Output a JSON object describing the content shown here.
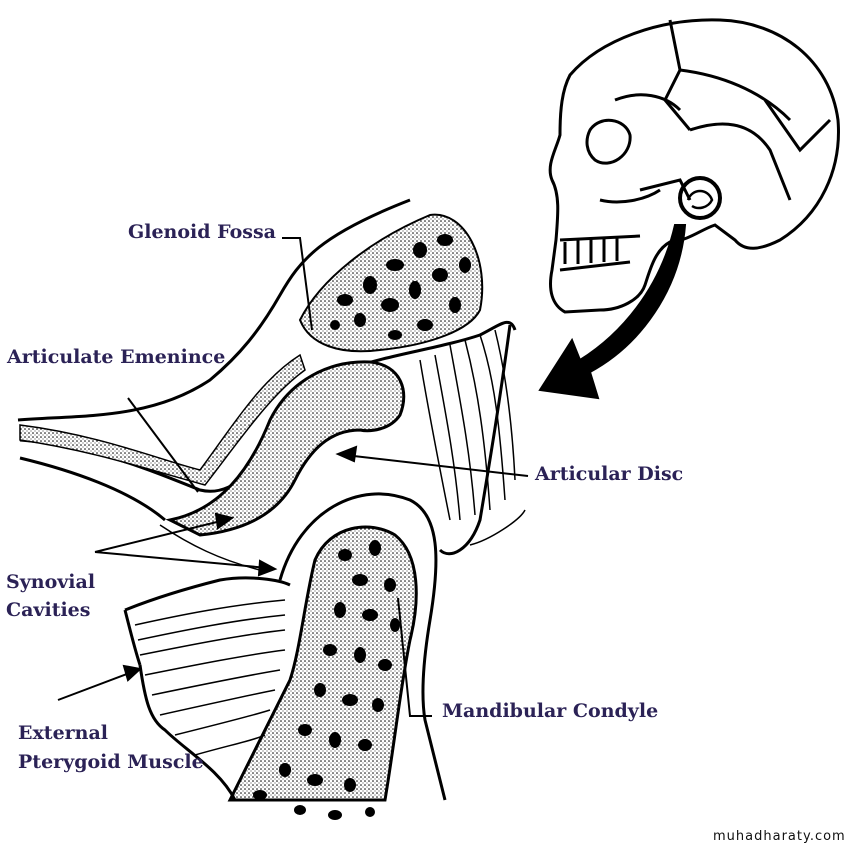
{
  "labels": {
    "glenoid_fossa": "Glenoid Fossa",
    "articulate_eminence": "Articulate Emenince",
    "articular_disc": "Articular Disc",
    "synovial_line1": "Synovial",
    "synovial_line2": "Cavities",
    "external_line1": "External",
    "external_line2": "Pterygoid Muscle",
    "mandibular_condyle": "Mandibular Condyle"
  },
  "watermark": "muhadharaty.com",
  "colors": {
    "label_text": "#2b2256",
    "line_art": "#000000",
    "background": "#ffffff"
  }
}
